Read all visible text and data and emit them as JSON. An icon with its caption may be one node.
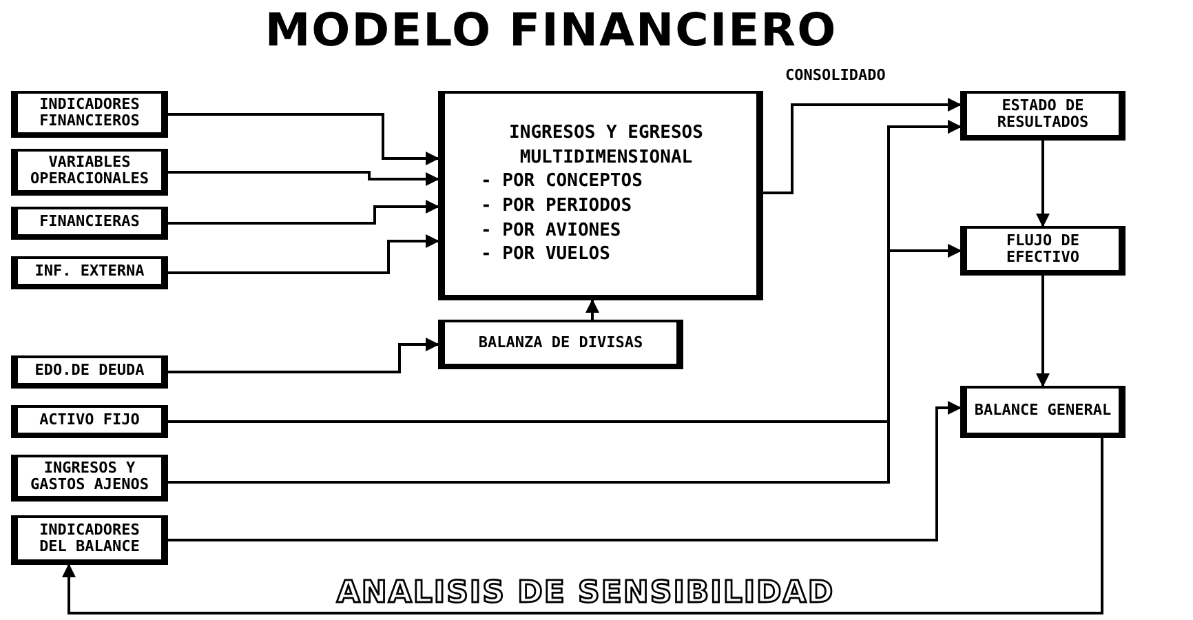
{
  "diagram": {
    "title": "MODELO FINANCIERO",
    "nodes": [
      {
        "text": [
          "INDICADORES FINANCIEROS"
        ]
      },
      {
        "text": [
          "VARIABLES OPERACIONALES"
        ]
      },
      {
        "text": [
          "FINANCIERAS"
        ]
      },
      {
        "text": [
          "INF. EXTERNA"
        ]
      },
      {
        "text": [
          "INGRESOS Y EGRESOS MULTIDIMENSIONAL",
          "- POR CONCEPTOS",
          "- POR PERIODOS",
          "- POR AVIONES",
          "- POR VUELOS"
        ]
      },
      {
        "text": [
          "BALANZA DE DIVISAS"
        ]
      },
      {
        "text": [
          "EDO.DE DEUDA"
        ]
      },
      {
        "text": [
          "ACTIVO FIJO"
        ]
      },
      {
        "text": [
          "INGRESOS Y GASTOS AJENOS"
        ]
      },
      {
        "text": [
          "INDICADORES DEL BALANCE"
        ]
      },
      {
        "text": [
          "ESTADO DE RESULTADOS"
        ]
      },
      {
        "text": [
          "FLUJO DE EFECTIVO"
        ]
      },
      {
        "text": [
          "BALANCE GENERAL"
        ]
      }
    ],
    "edges": [
      {
        "from": 0,
        "to": 4,
        "arrow": "to"
      },
      {
        "from": 1,
        "to": 4,
        "arrow": "to"
      },
      {
        "from": 2,
        "to": 4,
        "arrow": "to"
      },
      {
        "from": 3,
        "to": 4,
        "arrow": "to"
      },
      {
        "from": 6,
        "to": 5,
        "arrow": "to"
      },
      {
        "from": 5,
        "to": 4,
        "arrow": "to"
      },
      {
        "from": 4,
        "to": 10,
        "arrow": "to",
        "label": "CONSOLIDADO"
      },
      {
        "from": 7,
        "to": 10,
        "arrow": "to"
      },
      {
        "from": 7,
        "to": 11,
        "arrow": "to"
      },
      {
        "from": 8,
        "to": 10,
        "arrow": "to"
      },
      {
        "from": 8,
        "to": 11,
        "arrow": "to"
      },
      {
        "from": 10,
        "to": 11,
        "arrow": "to"
      },
      {
        "from": 11,
        "to": 12,
        "arrow": "to"
      },
      {
        "from": 9,
        "to": 12,
        "arrow": "to"
      },
      {
        "from": 12,
        "to": 9,
        "arrow": "to"
      }
    ],
    "labels": [
      "ANALISIS DE SENSIBILIDAD"
    ]
  }
}
